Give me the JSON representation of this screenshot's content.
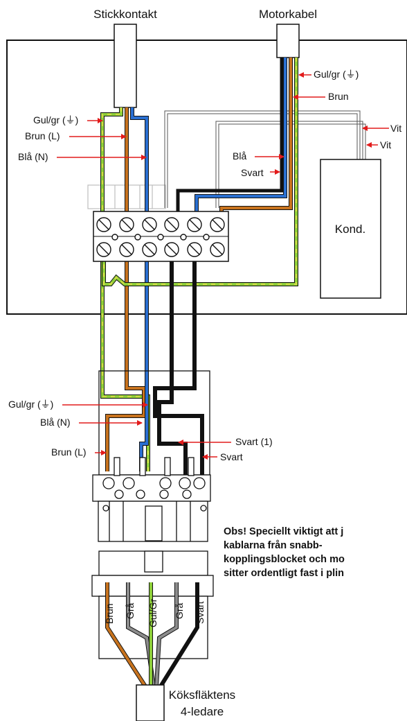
{
  "labels": {
    "stickkontakt": "Stickkontakt",
    "motorkabel": "Motorkabel",
    "kond": "Kond.",
    "koksflaktens_line1": "Köksfläktens",
    "koksflaktens_line2": "4-ledare"
  },
  "top_left_labels": {
    "gulgr": "Gul/gr (⏚)",
    "brun_l": "Brun (L)",
    "bla_n": "Blå (N)"
  },
  "motor_labels": {
    "gulgr": "Gul/gr (⏚)",
    "brun": "Brun",
    "bla": "Blå",
    "svart": "Svart",
    "vit1": "Vit",
    "vit2": "Vit"
  },
  "lower_labels": {
    "gulgr": "Gul/gr (⏚)",
    "bla_n": "Blå (N)",
    "brun_l": "Brun (L)",
    "svart1": "Svart (1)",
    "svart": "Svart"
  },
  "bottom_wire_labels": [
    "Brun",
    "Grå",
    "Gul/Gr",
    "Grå",
    "Svart"
  ],
  "note_lines": [
    "Obs! Speciellt viktigt att j",
    "kablarna från snabb-",
    "kopplingsblocket och mo",
    "sitter ordentligt fast i plin"
  ],
  "colors": {
    "brown": "#c8731e",
    "blue": "#2a6fd1",
    "green": "#8ecf3a",
    "yellow": "#e9d84a",
    "black": "#111111",
    "grey": "#8c8c8c",
    "red_arrow": "#e21b1b"
  }
}
